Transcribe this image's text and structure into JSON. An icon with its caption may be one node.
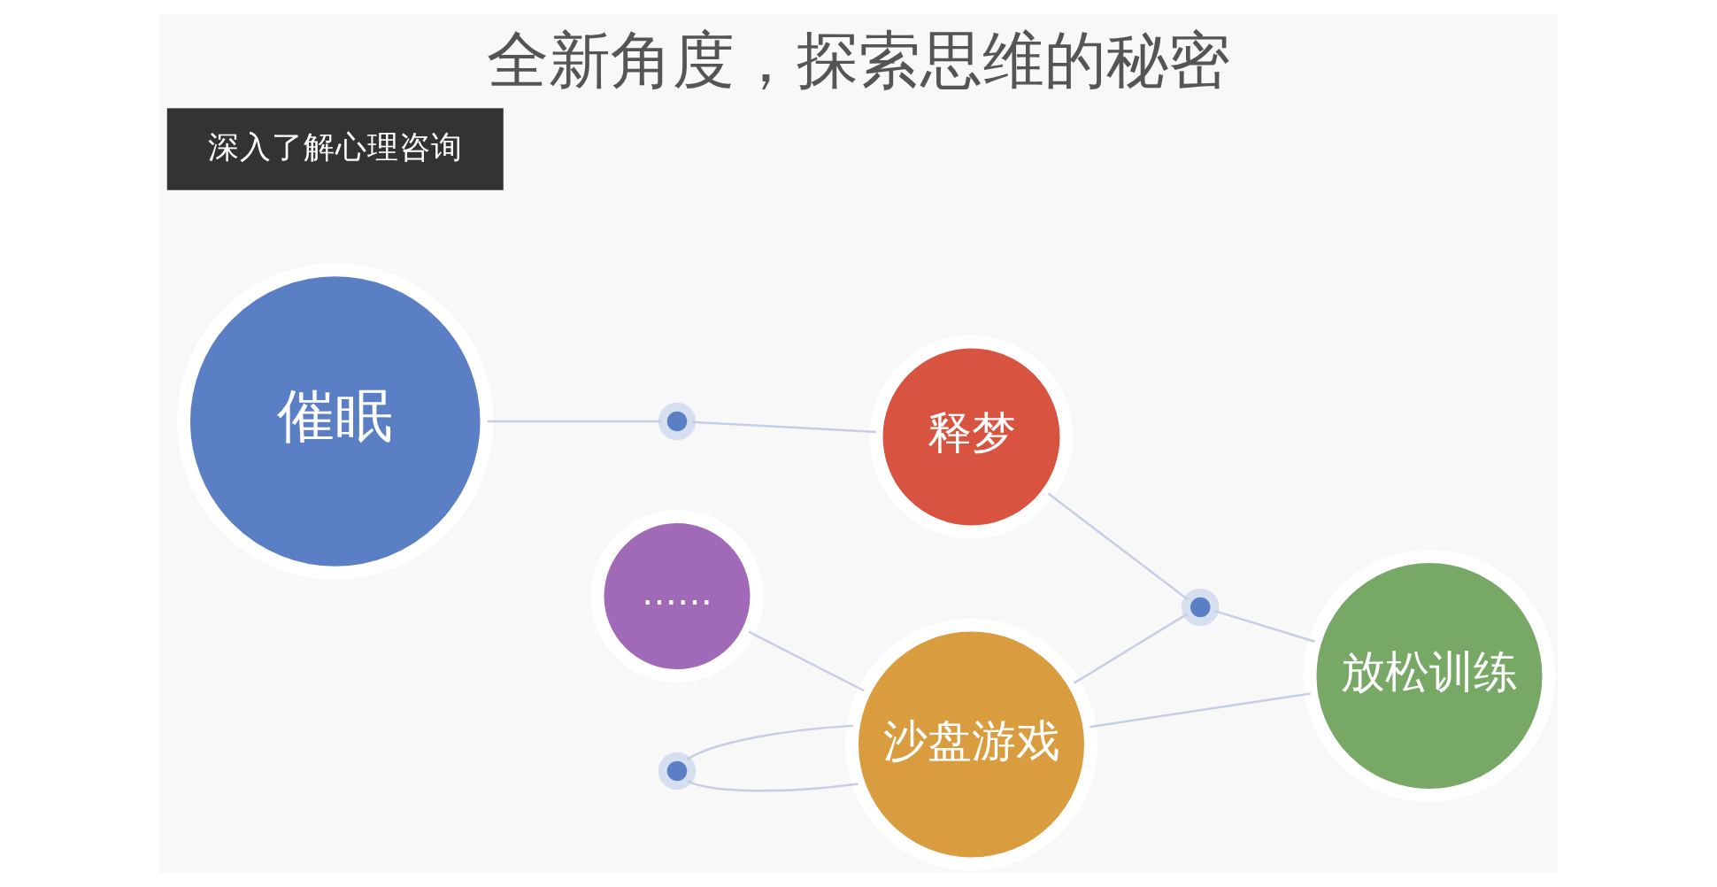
{
  "diagram": {
    "title": "全新角度，探索思维的秘密",
    "nodes": [
      {
        "text": [
          "催眠"
        ]
      },
      {
        "text": [
          "……"
        ]
      },
      {
        "text": [
          "释梦"
        ]
      },
      {
        "text": [
          "沙盘游戏"
        ]
      },
      {
        "text": [
          "放松训练"
        ]
      },
      {
        "text": [],
        "shape": "circle"
      },
      {
        "text": [],
        "shape": "circle"
      },
      {
        "text": [],
        "shape": "circle"
      },
      {
        "text": [
          "深入了解心理咨询"
        ]
      }
    ],
    "edges": [
      {
        "from": 0,
        "to": 6,
        "arrow": "none"
      },
      {
        "from": 6,
        "to": 2,
        "arrow": "none"
      },
      {
        "from": 1,
        "to": 3,
        "arrow": "none"
      },
      {
        "from": 5,
        "to": 3,
        "arrow": "none"
      },
      {
        "from": 5,
        "to": 3,
        "arrow": "none"
      },
      {
        "from": 3,
        "to": 7,
        "arrow": "none"
      },
      {
        "from": 2,
        "to": 7,
        "arrow": "none"
      },
      {
        "from": 7,
        "to": 4,
        "arrow": "none"
      },
      {
        "from": 3,
        "to": 4,
        "arrow": "none"
      }
    ]
  }
}
